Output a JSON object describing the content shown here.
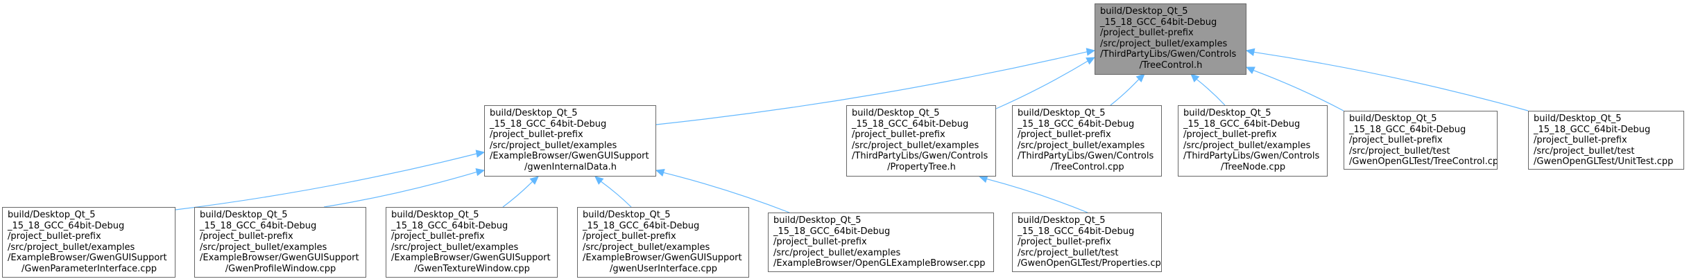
{
  "colors": {
    "edge": "#63b8ff",
    "node_border": "#666666",
    "node_fill": "#ffffff",
    "root_fill": "#999999"
  },
  "nodes": {
    "root": [
      "build/Desktop_Qt_5",
      "_15_18_GCC_64bit-Debug",
      "/project_bullet-prefix",
      "/src/project_bullet/examples",
      "/ThirdPartyLibs/Gwen/Controls",
      "/TreeControl.h"
    ],
    "gwenInternalData": [
      "build/Desktop_Qt_5",
      "_15_18_GCC_64bit-Debug",
      "/project_bullet-prefix",
      "/src/project_bullet/examples",
      "/ExampleBrowser/GwenGUISupport",
      "/gwenInternalData.h"
    ],
    "propertyTree": [
      "build/Desktop_Qt_5",
      "_15_18_GCC_64bit-Debug",
      "/project_bullet-prefix",
      "/src/project_bullet/examples",
      "/ThirdPartyLibs/Gwen/Controls",
      "/PropertyTree.h"
    ],
    "treeControlCpp": [
      "build/Desktop_Qt_5",
      "_15_18_GCC_64bit-Debug",
      "/project_bullet-prefix",
      "/src/project_bullet/examples",
      "/ThirdPartyLibs/Gwen/Controls",
      "/TreeControl.cpp"
    ],
    "treeNodeCpp": [
      "build/Desktop_Qt_5",
      "_15_18_GCC_64bit-Debug",
      "/project_bullet-prefix",
      "/src/project_bullet/examples",
      "/ThirdPartyLibs/Gwen/Controls",
      "/TreeNode.cpp"
    ],
    "testTreeControl": [
      "build/Desktop_Qt_5",
      "_15_18_GCC_64bit-Debug",
      "/project_bullet-prefix",
      "/src/project_bullet/test",
      "/GwenOpenGLTest/TreeControl.cpp"
    ],
    "testUnitTest": [
      "build/Desktop_Qt_5",
      "_15_18_GCC_64bit-Debug",
      "/project_bullet-prefix",
      "/src/project_bullet/test",
      "/GwenOpenGLTest/UnitTest.cpp"
    ],
    "gwenParameterInterface": [
      "build/Desktop_Qt_5",
      "_15_18_GCC_64bit-Debug",
      "/project_bullet-prefix",
      "/src/project_bullet/examples",
      "/ExampleBrowser/GwenGUISupport",
      "/GwenParameterInterface.cpp"
    ],
    "gwenProfileWindow": [
      "build/Desktop_Qt_5",
      "_15_18_GCC_64bit-Debug",
      "/project_bullet-prefix",
      "/src/project_bullet/examples",
      "/ExampleBrowser/GwenGUISupport",
      "/GwenProfileWindow.cpp"
    ],
    "gwenTextureWindow": [
      "build/Desktop_Qt_5",
      "_15_18_GCC_64bit-Debug",
      "/project_bullet-prefix",
      "/src/project_bullet/examples",
      "/ExampleBrowser/GwenGUISupport",
      "/GwenTextureWindow.cpp"
    ],
    "gwenUserInterface": [
      "build/Desktop_Qt_5",
      "_15_18_GCC_64bit-Debug",
      "/project_bullet-prefix",
      "/src/project_bullet/examples",
      "/ExampleBrowser/GwenGUISupport",
      "/gwenUserInterface.cpp"
    ],
    "openGLExampleBrowser": [
      "build/Desktop_Qt_5",
      "_15_18_GCC_64bit-Debug",
      "/project_bullet-prefix",
      "/src/project_bullet/examples",
      "/ExampleBrowser/OpenGLExampleBrowser.cpp"
    ],
    "testProperties": [
      "build/Desktop_Qt_5",
      "_15_18_GCC_64bit-Debug",
      "/project_bullet-prefix",
      "/src/project_bullet/test",
      "/GwenOpenGLTest/Properties.cpp"
    ]
  },
  "edges": [
    [
      "gwenInternalData",
      "root"
    ],
    [
      "propertyTree",
      "root"
    ],
    [
      "treeControlCpp",
      "root"
    ],
    [
      "treeNodeCpp",
      "root"
    ],
    [
      "testTreeControl",
      "root"
    ],
    [
      "testUnitTest",
      "root"
    ],
    [
      "gwenParameterInterface",
      "gwenInternalData"
    ],
    [
      "gwenProfileWindow",
      "gwenInternalData"
    ],
    [
      "gwenTextureWindow",
      "gwenInternalData"
    ],
    [
      "gwenUserInterface",
      "gwenInternalData"
    ],
    [
      "openGLExampleBrowser",
      "gwenInternalData"
    ],
    [
      "testProperties",
      "propertyTree"
    ]
  ]
}
